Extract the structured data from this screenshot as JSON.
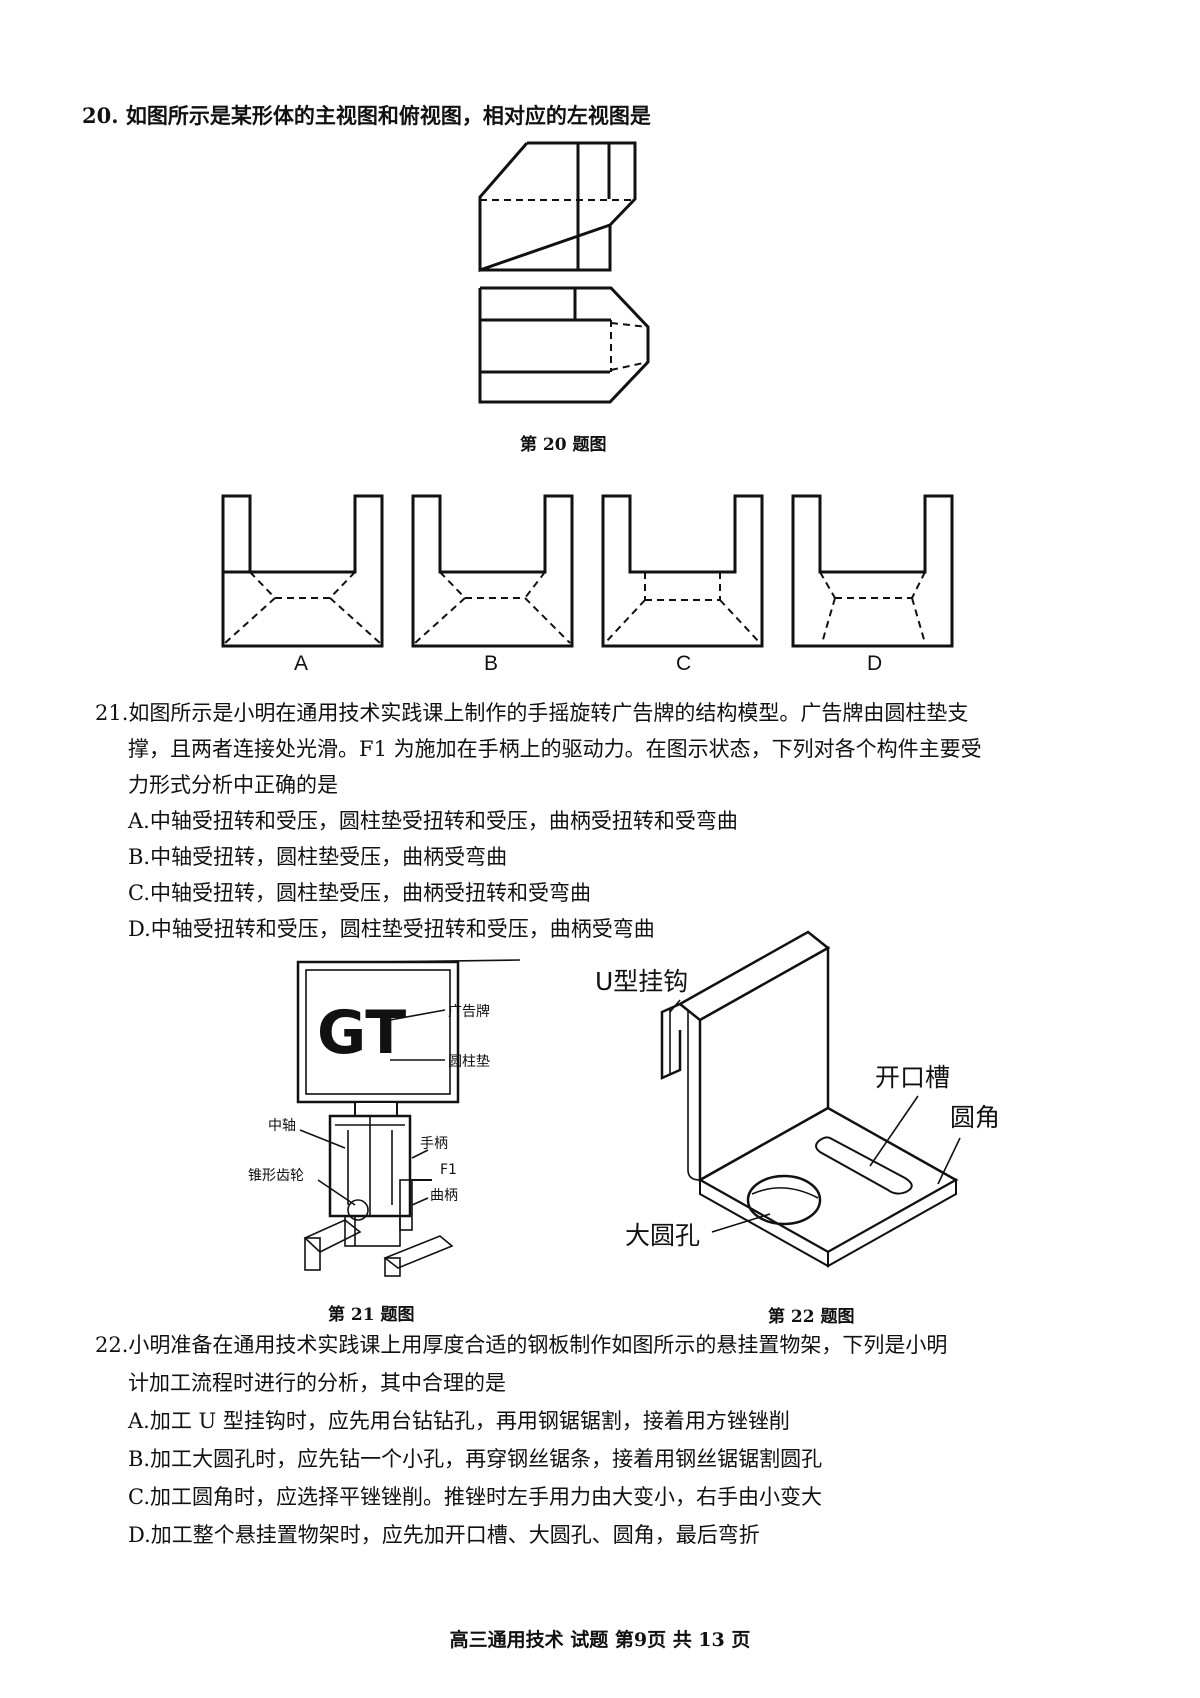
{
  "q20": {
    "stem": "20. 如图所示是某形体的主视图和俯视图，相对应的左视图是",
    "figure_caption": "第 20 题图",
    "options": [
      "A",
      "B",
      "C",
      "D"
    ]
  },
  "q21": {
    "stem_lines": [
      "21.如图所示是小明在通用技术实践课上制作的手摇旋转广告牌的结构模型。广告牌由圆柱垫支",
      "撑，且两者连接处光滑。F1 为施加在手柄上的驱动力。在图示状态，下列对各个构件主要受",
      "力形式分析中正确的是"
    ],
    "options": [
      "A.中轴受扭转和受压，圆柱垫受扭转和受压，曲柄受扭转和受弯曲",
      "B.中轴受扭转，圆柱垫受压，曲柄受弯曲",
      "C.中轴受扭转，圆柱垫受压，曲柄受扭转和受弯曲",
      "D.中轴受扭转和受压，圆柱垫受扭转和受压，曲柄受弯曲"
    ],
    "figure_caption": "第 21 题图",
    "figure_labels": {
      "board_letters": "GT",
      "billboard": "广告牌",
      "cylinder_pad": "圆柱垫",
      "center_shaft": "中轴",
      "handle": "手柄",
      "bevel_gear": "锥形齿轮",
      "force": "F1",
      "crank": "曲柄"
    }
  },
  "q22": {
    "figure_caption": "第 22 题图",
    "figure_labels": {
      "u_hook": "U型挂钩",
      "slot": "开口槽",
      "fillet": "圆角",
      "big_hole": "大圆孔"
    },
    "stem_lines": [
      "22.小明准备在通用技术实践课上用厚度合适的钢板制作如图所示的悬挂置物架，下列是小明",
      "计加工流程时进行的分析，其中合理的是"
    ],
    "options": [
      "A.加工 U 型挂钩时，应先用台钻钻孔，再用钢锯锯割，接着用方锉锉削",
      "B.加工大圆孔时，应先钻一个小孔，再穿钢丝锯条，接着用钢丝锯锯割圆孔",
      "C.加工圆角时，应选择平锉锉削。推锉时左手用力由大变小，右手由小变大",
      "D.加工整个悬挂置物架时，应先加开口槽、大圆孔、圆角，最后弯折"
    ]
  },
  "footer": "高三通用技术 试题 第9页 共 13 页"
}
